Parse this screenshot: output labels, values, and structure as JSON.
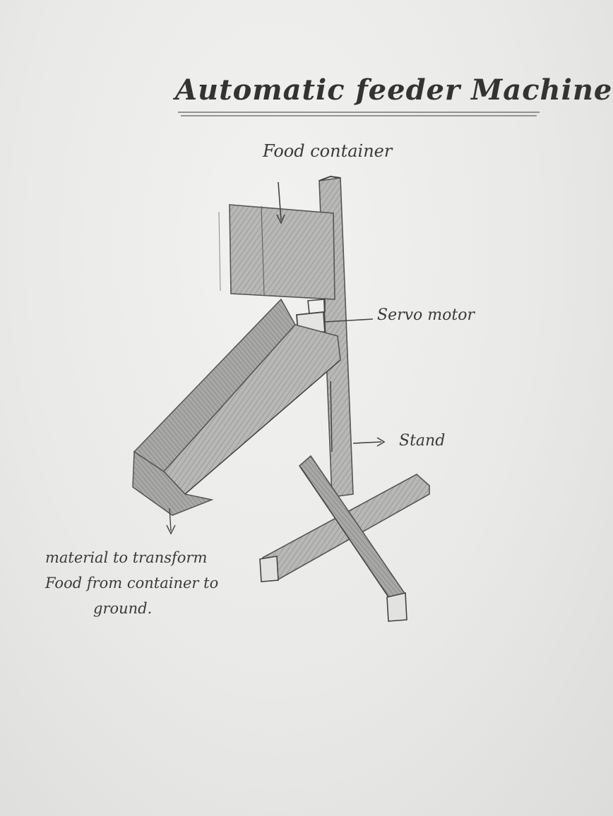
{
  "title": "Automatic feeder Machine.",
  "labels": {
    "food_container": "Food container",
    "servo_motor": "Servo motor",
    "stand": "Stand",
    "material_line1": "material to transform",
    "material_line2": "Food from container to",
    "material_line3": "ground."
  },
  "colors": {
    "paper": "#eeeeec",
    "pencil": "#3a3a3a",
    "shade": "#9c9c9a"
  }
}
